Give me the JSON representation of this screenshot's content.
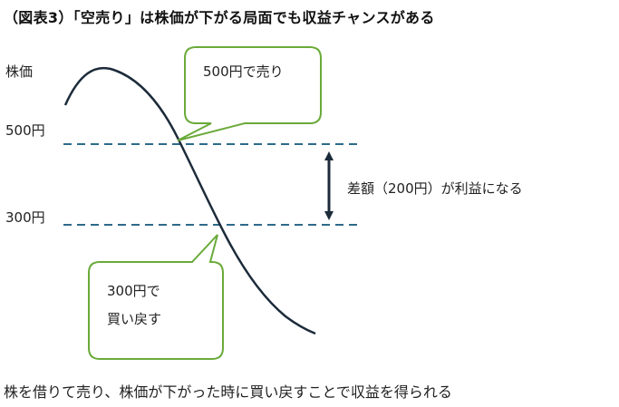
{
  "title": "（図表3）「空売り」は株価が下がる局面でも収益チャンスがある",
  "y_axis_label": "株価",
  "price_high_label": "500円",
  "price_low_label": "300円",
  "sell_bubble": "500円で売り",
  "buy_bubble_line1": "300円で",
  "buy_bubble_line2": "買い戻す",
  "difference_label": "差額（200円）が利益になる",
  "caption": "株を借りて売り、株価が下がった時に買い戻すことで収益を得られる",
  "colors": {
    "price_line": "#1c2b3a",
    "dashed_line": "#2e6a8a",
    "bubble_border": "#6aaa3a",
    "arrow": "#1c2b3a"
  }
}
